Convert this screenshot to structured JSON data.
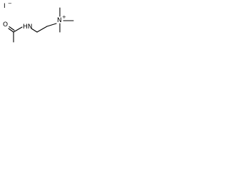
{
  "molecule": {
    "counterion": "I",
    "counterion_charge": "−",
    "carbonyl_oxygen": "O",
    "amide_nitrogen": "H​N",
    "quaternary_nitrogen": "N",
    "quaternary_charge": "+",
    "bond_color": "#000000",
    "background_color": "#ffffff"
  }
}
